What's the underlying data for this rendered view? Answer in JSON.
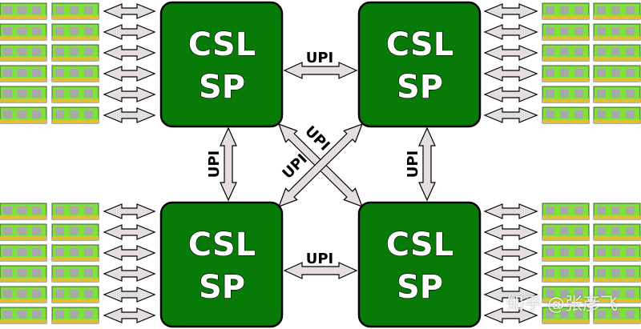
{
  "colors": {
    "cpu_fill": "#087a08",
    "dimm_fill": "#7fe23a",
    "dimm_edge": "#e0c030",
    "chip": "#a8a8a8",
    "arrow_fill": "#e4dede"
  },
  "cpus": [
    {
      "id": "top-left",
      "line1": "CSL",
      "line2": "SP"
    },
    {
      "id": "top-right",
      "line1": "CSL",
      "line2": "SP"
    },
    {
      "id": "bottom-left",
      "line1": "CSL",
      "line2": "SP"
    },
    {
      "id": "bottom-right",
      "line1": "CSL",
      "line2": "SP"
    }
  ],
  "links": {
    "top": "UPI",
    "bottom": "UPI",
    "left": "UPI",
    "right": "UPI",
    "diag1": "UPI",
    "diag2": "UPI"
  },
  "memory_channels_per_cpu": 6,
  "dimms_per_channel": 2,
  "watermark": "知乎 @张彦飞"
}
